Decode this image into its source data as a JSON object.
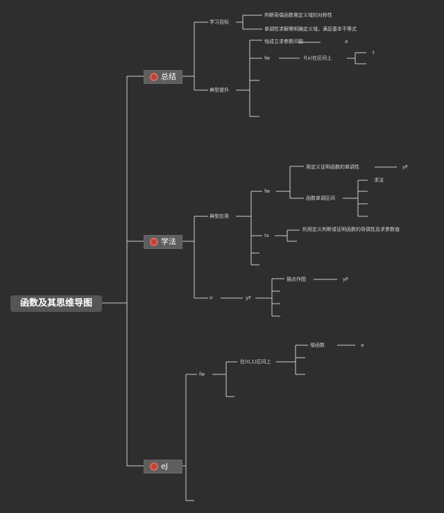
{
  "root": "函数及其思维导图",
  "branches": {
    "zongjie": "总结",
    "xuefa": "学法",
    "third": "eJ"
  },
  "zongjie": {
    "xuexi": "学习目标",
    "xuexi_1": "判断奇偶函数需定义域的对称性",
    "xuexi_2": "单调性求解需明确定义域，满足基本不等式",
    "yingyong": "典型提升",
    "yingyong_1": "恒成立求参数问题",
    "yingyong_1_end": "a",
    "yingyong_2": "fw",
    "yingyong_2_1": "f(x)在区间上",
    "yingyong_2_1_end": "t"
  },
  "xuefa": {
    "dianxing": "典型应用",
    "fw": "fw",
    "fw_1": "用定义证明函数的单调性",
    "fw_1_end": "yF",
    "fw_2": "函数单调区间",
    "fw_2_1": "求法",
    "tx": "tx",
    "tx_1": "利用定义判断或证明函数的奇偶性及求参数值",
    "ir": "ir",
    "yf": "yF",
    "miaodian": "描点作图",
    "miaodian_end": "yF"
  },
  "third": {
    "fw": "fw",
    "fw_1": "在(0,1)区间上",
    "fw_1_1": "增函数",
    "fw_1_1_end": "a"
  }
}
